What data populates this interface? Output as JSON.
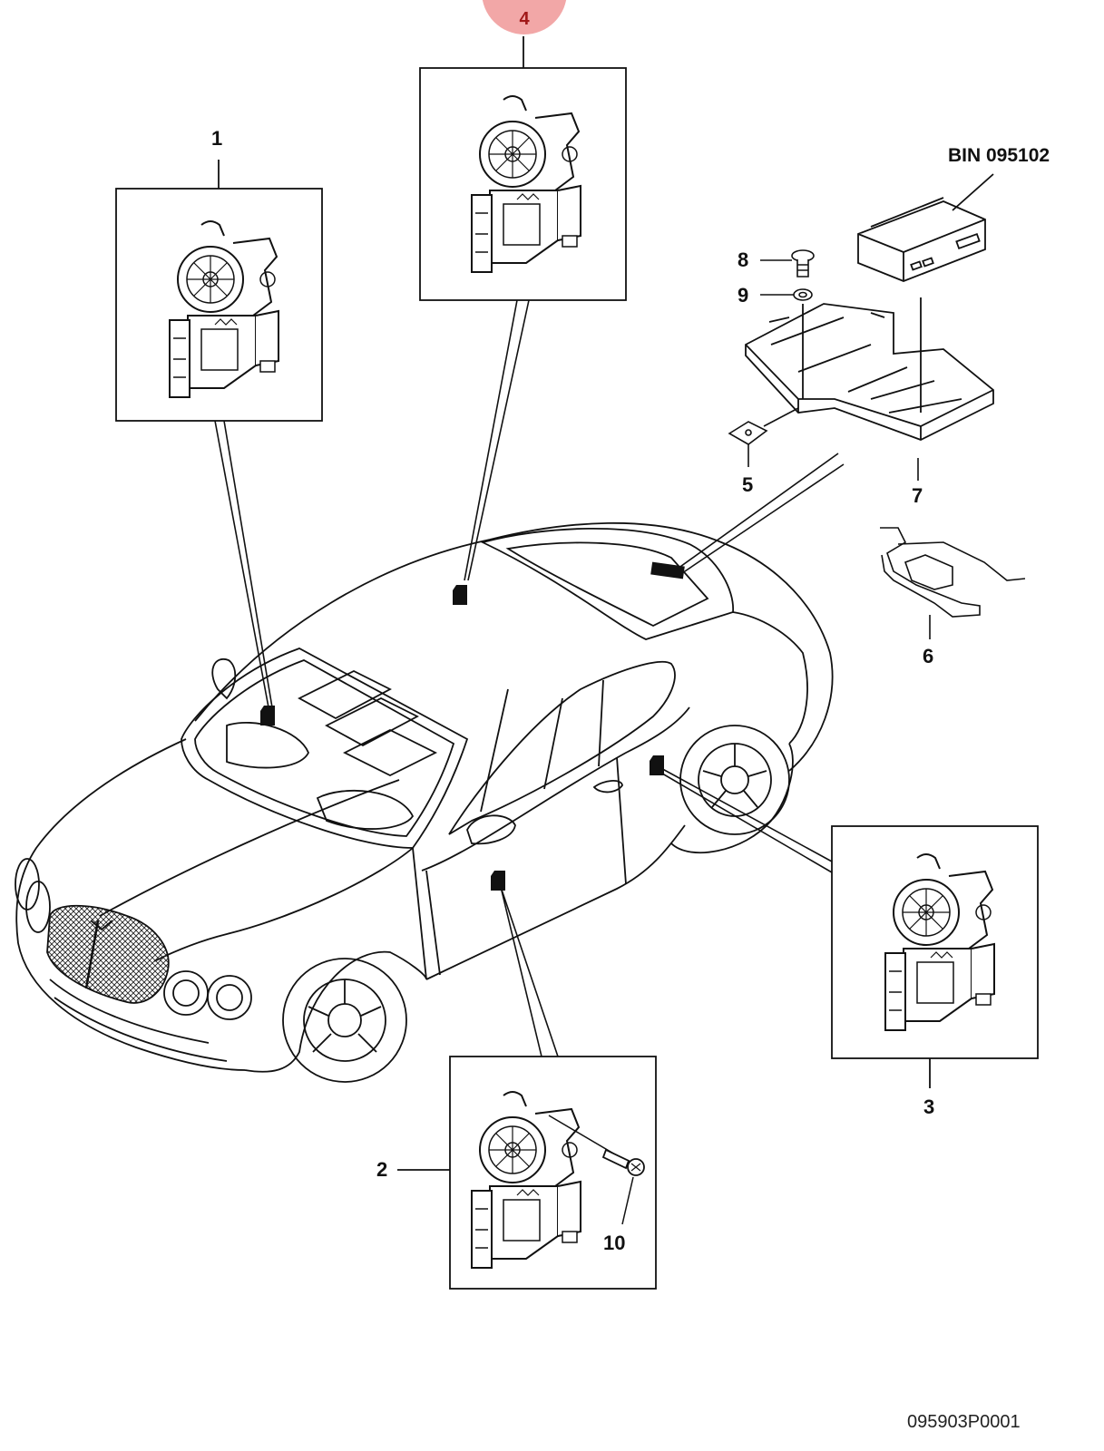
{
  "highlight_badge": {
    "label": "4",
    "color": "#f2a7a7",
    "text_color": "#a01818"
  },
  "callouts": {
    "c1": "1",
    "c2": "2",
    "c3": "3",
    "c4": "4",
    "c5": "5",
    "c6": "6",
    "c7": "7",
    "c8": "8",
    "c9": "9",
    "c10": "10"
  },
  "bin_reference": "BIN 095102",
  "drawing_number": "095903P0001",
  "icons": [
    "window-motor-icon",
    "screw-icon",
    "washer-icon",
    "bracket-icon",
    "control-module-icon",
    "car-outline-icon"
  ]
}
